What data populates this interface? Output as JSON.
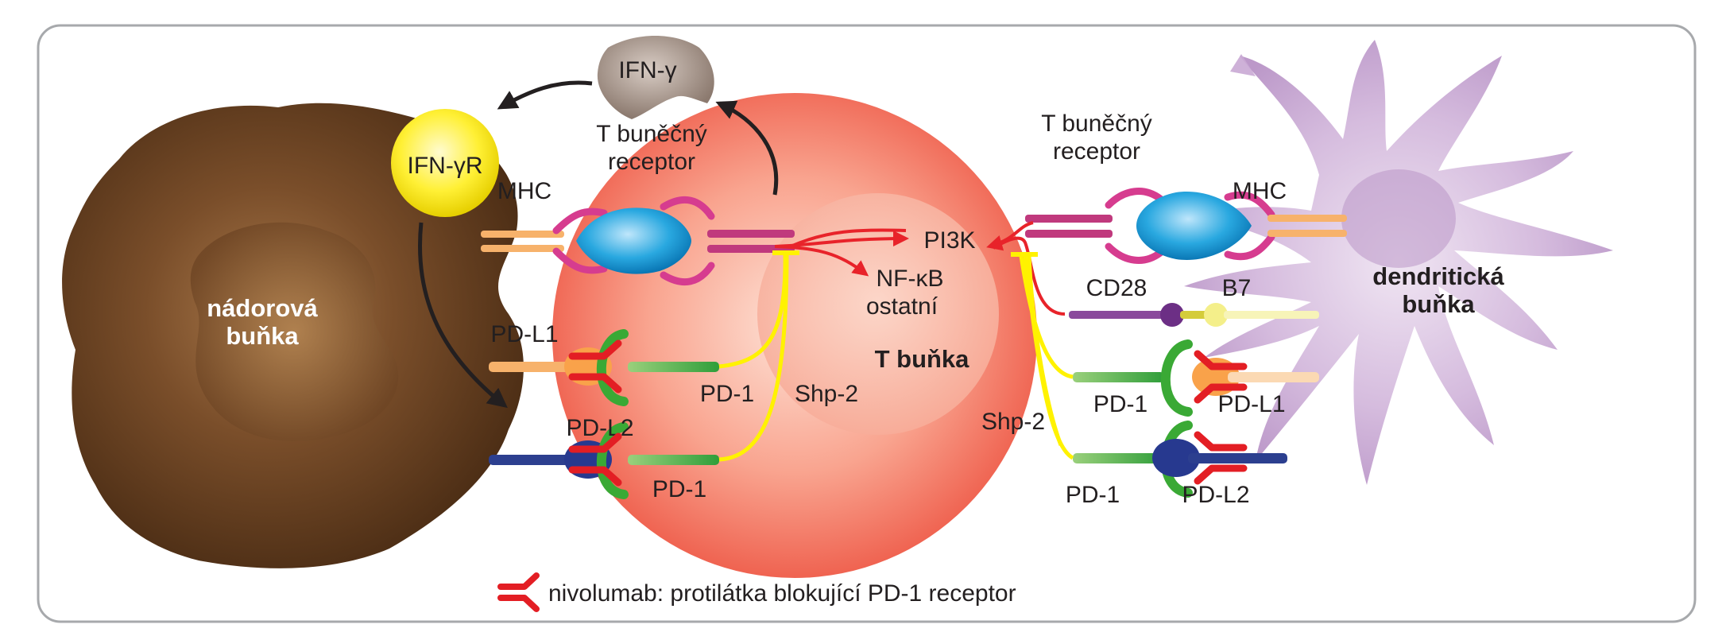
{
  "labels": {
    "ifn_gamma": "IFN-γ",
    "ifn_gamma_r": "IFN-γR",
    "tcr_left_line1": "T buněčný",
    "tcr_left_line2": "receptor",
    "mhc_left": "MHC",
    "tumor_line1": "nádorová",
    "tumor_line2": "buňka",
    "pdl1_left": "PD-L1",
    "pdl2_left": "PD-L2",
    "pd1_left_upper": "PD-1",
    "pd1_left_lower": "PD-1",
    "shp2_left": "Shp-2",
    "pi3k": "PI3K",
    "nfkb": "NF-κB",
    "ostatni": "ostatní",
    "t_cell": "T buňka",
    "tcr_right_line1": "T buněčný",
    "tcr_right_line2": "receptor",
    "mhc_right": "MHC",
    "cd28": "CD28",
    "b7": "B7",
    "dendritic_line1": "dendritická",
    "dendritic_line2": "buňka",
    "shp2_right": "Shp-2",
    "pd1_right_upper": "PD-1",
    "pdl1_right": "PD-L1",
    "pd1_right_lower": "PD-1",
    "pdl2_right": "PD-L2"
  },
  "legend": {
    "text": "nivolumab: protilátka blokující PD-1 receptor",
    "icon": "antibody-icon"
  },
  "colors": {
    "tumor": "#5e3a1e",
    "t_cell": "#f26b5b",
    "dendritic": "#c9a9d4",
    "ifn_gamma": "#9f8f86",
    "ifn_gamma_r": "#f7ea1f",
    "signal_arrow": "#e8232a",
    "inhibition": "#fff200",
    "antibody": "#e31e24",
    "pd1": "#3aa935"
  }
}
